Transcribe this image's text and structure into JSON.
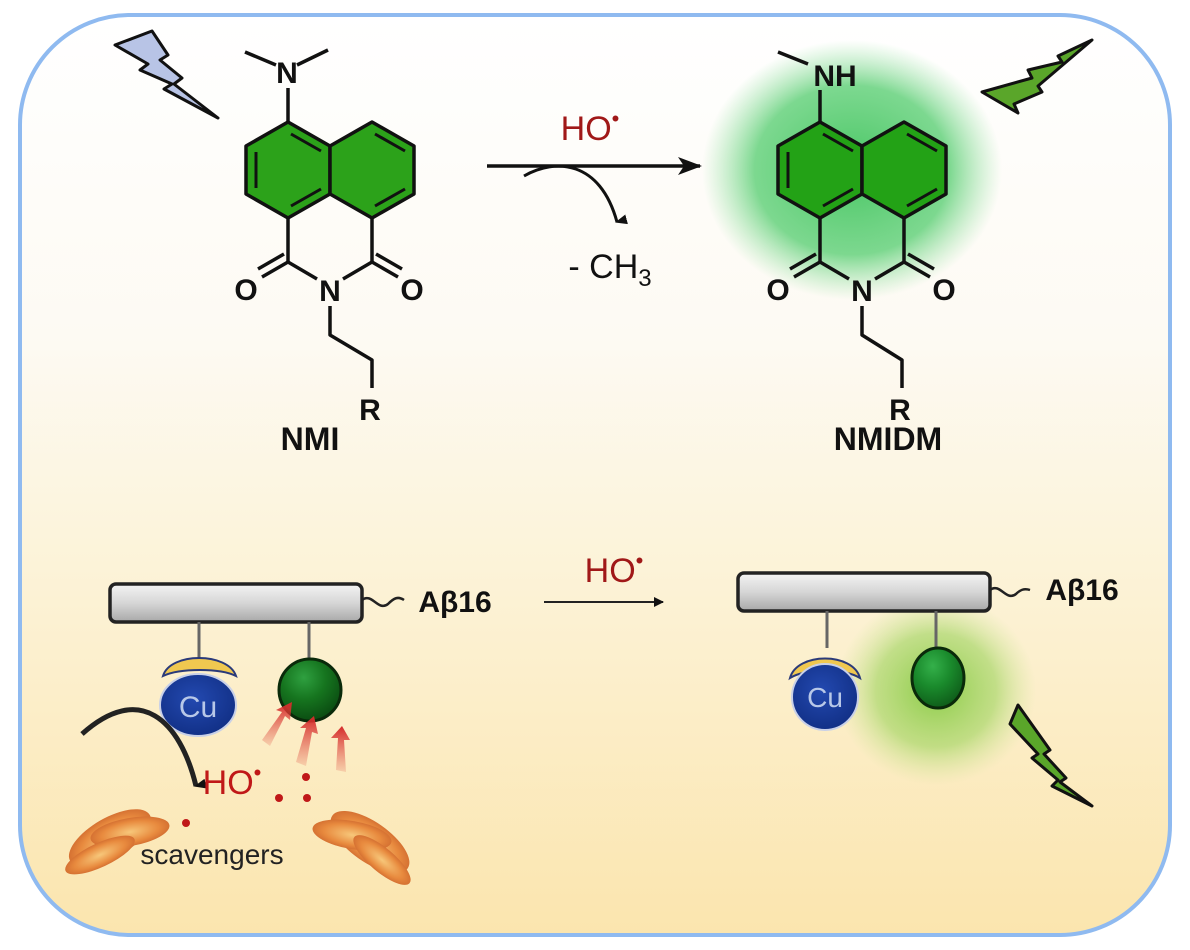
{
  "colors": {
    "frame_border": "#8fbaf0",
    "bg_top": "#ffffff",
    "bg_bottom": "#fbe6b0",
    "ring_fill": "#2ca21a",
    "glow": "#5fd178",
    "radical_red": "#a01818",
    "bolt_blue": "#b8c4e6",
    "bolt_green": "#5aa62a",
    "cu_blue": "#16399a",
    "cu_cap": "#f0c850",
    "probe_green": "#136e1c"
  },
  "top_reaction": {
    "reactant": {
      "label": "NMI",
      "amine_label": "N",
      "carbonyl_o_left": "O",
      "carbonyl_o_right": "O",
      "imide_n": "N",
      "substituent": "R",
      "excitation_icon": "lightning-bolt-blue"
    },
    "arrow": {
      "reagent": "HO",
      "radical_dot": "•",
      "byproduct_prefix": "- CH",
      "byproduct_subscript": "3"
    },
    "product": {
      "label": "NMIDM",
      "amine_label": "NH",
      "carbonyl_o_left": "O",
      "carbonyl_o_right": "O",
      "imide_n": "N",
      "substituent": "R",
      "emission_icon": "lightning-bolt-green"
    }
  },
  "bottom_scheme": {
    "left": {
      "peptide_label": "Aβ16",
      "metal_label": "Cu",
      "radical_label": "HO",
      "radical_dot": "•",
      "scavenger_label": "scavengers"
    },
    "arrow": {
      "reagent": "HO",
      "radical_dot": "•"
    },
    "right": {
      "peptide_label": "Aβ16",
      "metal_label": "Cu",
      "emission_icon": "lightning-bolt-green"
    }
  }
}
